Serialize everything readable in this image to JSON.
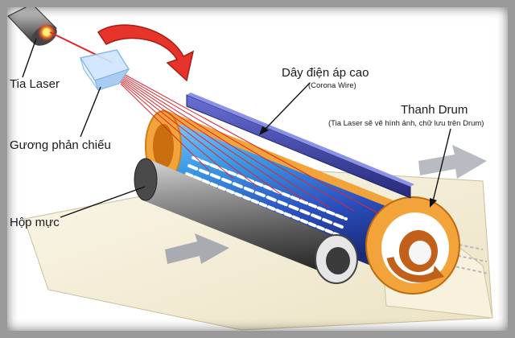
{
  "labels": {
    "laser": "Tia Laser",
    "mirror": "Gương phản chiếu",
    "toner": "Hộp mực",
    "corona_title": "Dây điện áp cao",
    "corona_sub": "(Corona Wire)",
    "drum_title": "Thanh Drum",
    "drum_sub": "(Tia Laser sẽ vẽ hình ảnh, chữ lưu trên Drum)"
  },
  "colors": {
    "laser_beam": "#e0262b",
    "corona_wire": "#3b3f9e",
    "drum_blue": "#2e8fe0",
    "drum_orange": "#f2a33a",
    "toner_roller": "#6b6b6b",
    "paper": "#f4efd9"
  }
}
